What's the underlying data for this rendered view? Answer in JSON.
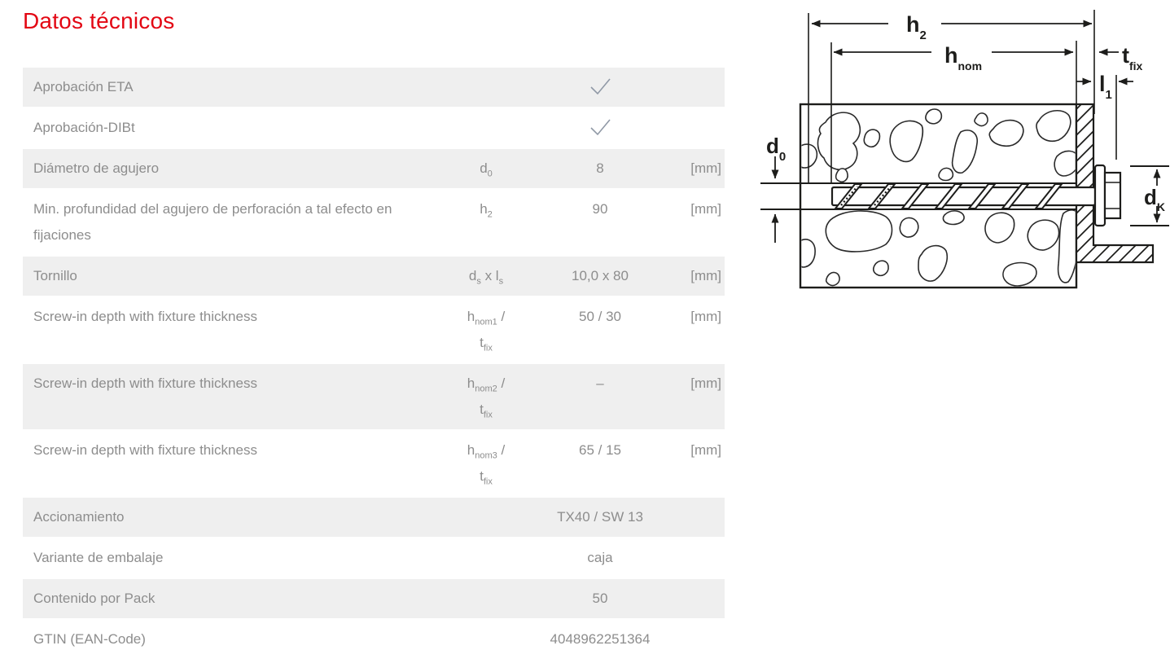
{
  "page": {
    "title": "Datos técnicos"
  },
  "colors": {
    "accent_red": "#e30613",
    "row_gray": "#efefef",
    "text_gray": "#8d8d8d",
    "check_gray": "#9099a6",
    "diagram_line": "#1d1d1b"
  },
  "table": {
    "rows": [
      {
        "name": "Aprobación ETA",
        "check": true
      },
      {
        "name": "Aprobación-DIBt",
        "check": true
      },
      {
        "name": "Diámetro de agujero",
        "symbol": [
          {
            "t": "d"
          },
          {
            "t": "0",
            "sub": true
          }
        ],
        "value": "8",
        "unit": "[mm]"
      },
      {
        "name": "Min. profundidad del agujero de perforación a tal efecto en fijaciones",
        "symbol": [
          {
            "t": "h"
          },
          {
            "t": "2",
            "sub": true
          }
        ],
        "value": "90",
        "unit": "[mm]"
      },
      {
        "name": "Tornillo",
        "symbol": [
          {
            "t": "d"
          },
          {
            "t": "s",
            "sub": true
          },
          {
            "t": " x l"
          },
          {
            "t": "s",
            "sub": true
          }
        ],
        "value": "10,0 x 80",
        "unit": "[mm]"
      },
      {
        "name": "Screw-in depth with fixture thickness",
        "symbol": [
          {
            "t": "h"
          },
          {
            "t": "nom1",
            "sub": true
          },
          {
            "t": " /"
          }
        ],
        "symbol2": [
          {
            "t": "t"
          },
          {
            "t": "fix",
            "sub": true
          }
        ],
        "value": "50 / 30",
        "unit": "[mm]"
      },
      {
        "name": "Screw-in depth with fixture thickness",
        "symbol": [
          {
            "t": "h"
          },
          {
            "t": "nom2",
            "sub": true
          },
          {
            "t": " /"
          }
        ],
        "symbol2": [
          {
            "t": "t"
          },
          {
            "t": "fix",
            "sub": true
          }
        ],
        "value": "–",
        "unit": "[mm]"
      },
      {
        "name": "Screw-in depth with fixture thickness",
        "symbol": [
          {
            "t": "h"
          },
          {
            "t": "nom3",
            "sub": true
          },
          {
            "t": " /"
          }
        ],
        "symbol2": [
          {
            "t": "t"
          },
          {
            "t": "fix",
            "sub": true
          }
        ],
        "value": "65 / 15",
        "unit": "[mm]"
      },
      {
        "name": "Accionamiento",
        "value": "TX40 / SW 13"
      },
      {
        "name": "Variante de embalaje",
        "value": "caja"
      },
      {
        "name": "Contenido por Pack",
        "value": "50"
      },
      {
        "name": "GTIN (EAN-Code)",
        "value": "4048962251364"
      }
    ]
  },
  "diagram": {
    "labels": {
      "h2": {
        "main": "h",
        "sub": "2"
      },
      "hnom": {
        "main": "h",
        "sub": "nom"
      },
      "tfix": {
        "main": "t",
        "sub": "fix"
      },
      "l1": {
        "main": "l",
        "sub": "1"
      },
      "d0": {
        "main": "d",
        "sub": "0"
      },
      "dk": {
        "main": "d",
        "sub": "K"
      }
    }
  }
}
